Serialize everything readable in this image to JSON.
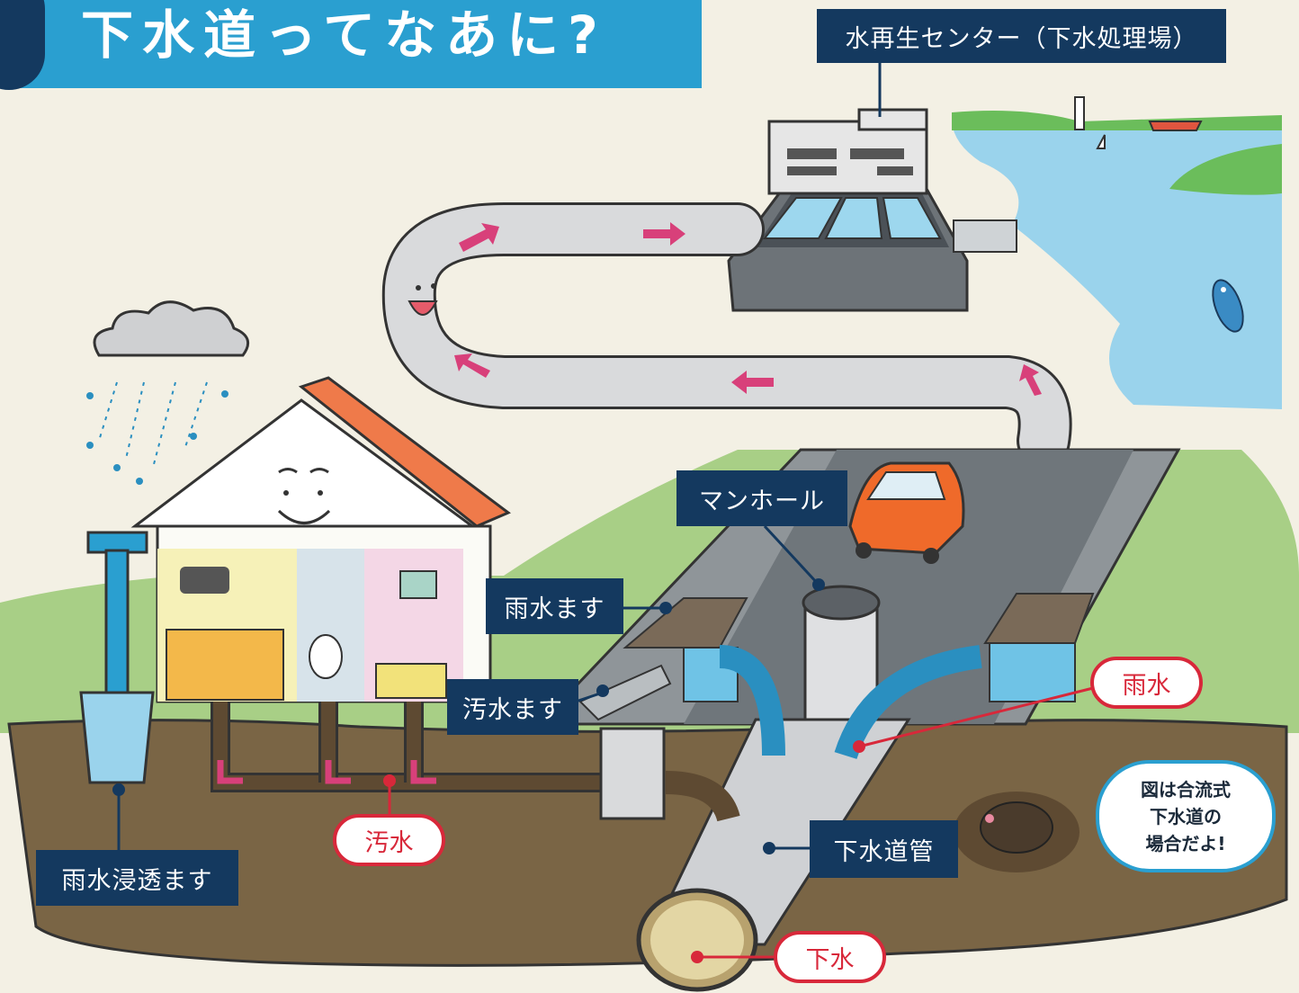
{
  "title": "下水道ってなあに?",
  "labels": {
    "treatment_center": "水再生センター（下水処理場）",
    "manhole": "マンホール",
    "rain_inlet": "雨水ます",
    "sewage_inlet": "汚水ます",
    "infiltration_inlet": "雨水浸透ます",
    "sewer_pipe": "下水道管"
  },
  "pills": {
    "rainwater": "雨水",
    "wastewater": "汚水",
    "sewage": "下水"
  },
  "bubble": {
    "line1": "図は合流式",
    "line2": "下水道の",
    "line3": "場合だよ!"
  },
  "colors": {
    "navy_label": "#14395f",
    "red_pill": "#d8283a",
    "title_blue": "#2a9fd0",
    "ground_brown": "#7a6545",
    "grass_green": "#a8cf86",
    "water_blue": "#8fd0ea",
    "arrow_pink": "#d8407a"
  }
}
